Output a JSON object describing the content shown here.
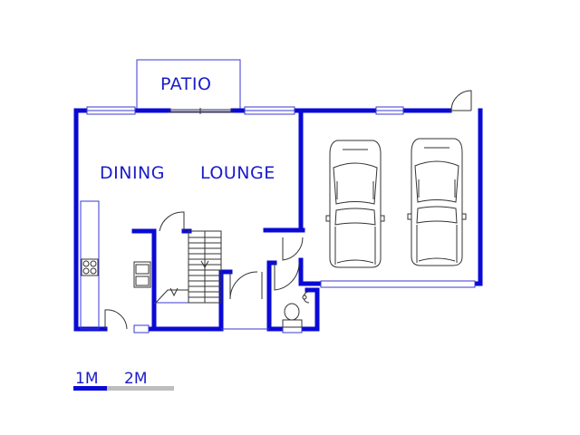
{
  "rooms": {
    "patio": "PATIO",
    "dining": "DINING",
    "lounge": "LOUNGE"
  },
  "scale": {
    "label_1": "1M",
    "label_2": "2M"
  },
  "colors": {
    "wall": "#0a0ad6",
    "line": "#3a3ad0",
    "fixture": "#444444",
    "scale_grey": "#bdbdbd"
  }
}
